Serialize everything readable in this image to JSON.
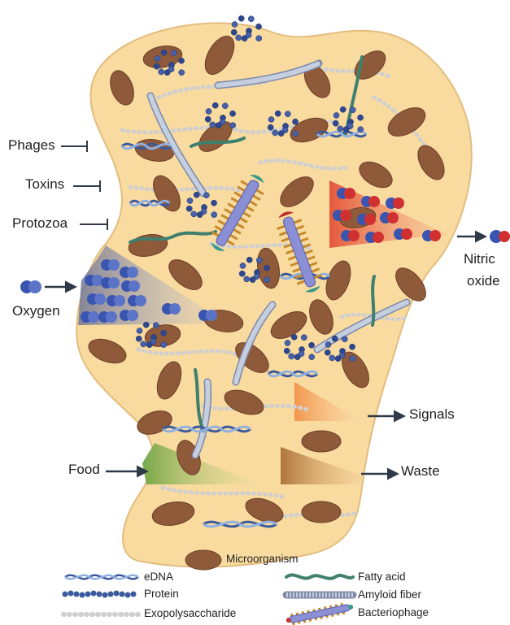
{
  "labels": {
    "phages": "Phages",
    "toxins": "Toxins",
    "protozoa": "Protozoa",
    "oxygen": "Oxygen",
    "nitric_oxide_line1": "Nitric",
    "nitric_oxide_line2": "oxide",
    "signals": "Signals",
    "food": "Food",
    "waste": "Waste"
  },
  "legend": {
    "microorganism": "Microorganism",
    "edna": "eDNA",
    "protein": "Protein",
    "exopolysaccharide": "Exopolysaccharide",
    "fatty_acid": "Fatty acid",
    "amyloid_fiber": "Amyloid fiber",
    "bacteriophage": "Bacteriophage"
  },
  "colors": {
    "matrix_fill": "#f9dba0",
    "matrix_stroke": "#e0b878",
    "microorganism": "#8e5a3a",
    "edna": "#3b5a9e",
    "protein_bead": "#4760a8",
    "exopolysaccharide": "#cfcfcf",
    "fatty_acid": "#3f7f6e",
    "amyloid_fiber": "#9aa8c4",
    "bacteriophage_body": "#8b8fd6",
    "bacteriophage_spikes": "#c58a2a",
    "oxygen_molecule": "#3a55b0",
    "nitric_oxide_red": "#d03030",
    "oxygen_gradient": "#7b7f9e",
    "nitric_gradient": "#e85a40",
    "signals_gradient": "#f3a060",
    "food_gradient": "#7fae4a",
    "waste_gradient": "#b07030",
    "arrow": "#2f3a48"
  }
}
